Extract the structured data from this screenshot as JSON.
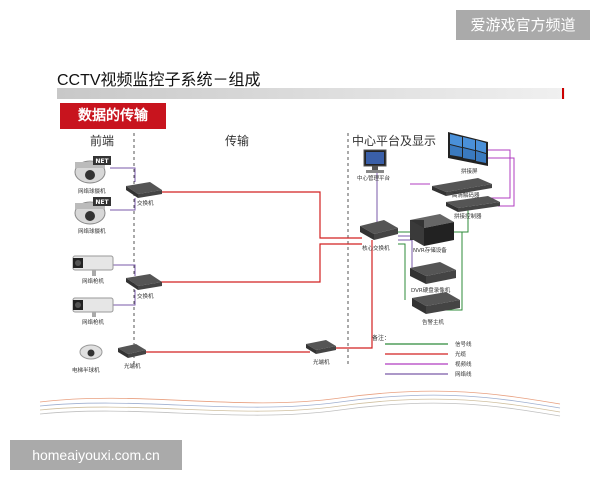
{
  "watermark_top": "爱游戏官方频道",
  "watermark_bottom": "homeaiyouxi.com.cn",
  "title": "CCTV视频监控子系统－组成",
  "section": "数据的传输",
  "columns": {
    "front": "前端",
    "transmit": "传输",
    "center": "中心平台及显示"
  },
  "devices": {
    "cam1_badge": "NET",
    "cam1": "网络球摄机",
    "cam2_badge": "NET",
    "cam2": "网络球摄机",
    "cam3": "网络枪机",
    "cam4": "网络枪机",
    "cam5": "电梯半球机",
    "switch1": "交换机",
    "switch2": "交换机",
    "fiber1": "光端机",
    "fiber2": "光端机",
    "mgmt": "中心管理平台",
    "core": "核心交换机",
    "wall": "拼接屏",
    "decoder": "高清解码器",
    "controller": "拼接控制器",
    "nvr": "NVR存储设备",
    "dvr": "DVR硬盘录像机",
    "alarm": "告警主机"
  },
  "legend": {
    "title": "备注：",
    "items": [
      {
        "label": "信号线",
        "color": "#2e8b3a"
      },
      {
        "label": "光缆",
        "color": "#d22020"
      },
      {
        "label": "视频线",
        "color": "#b03cc0"
      },
      {
        "label": "网络线",
        "color": "#7a5aa8"
      }
    ]
  }
}
